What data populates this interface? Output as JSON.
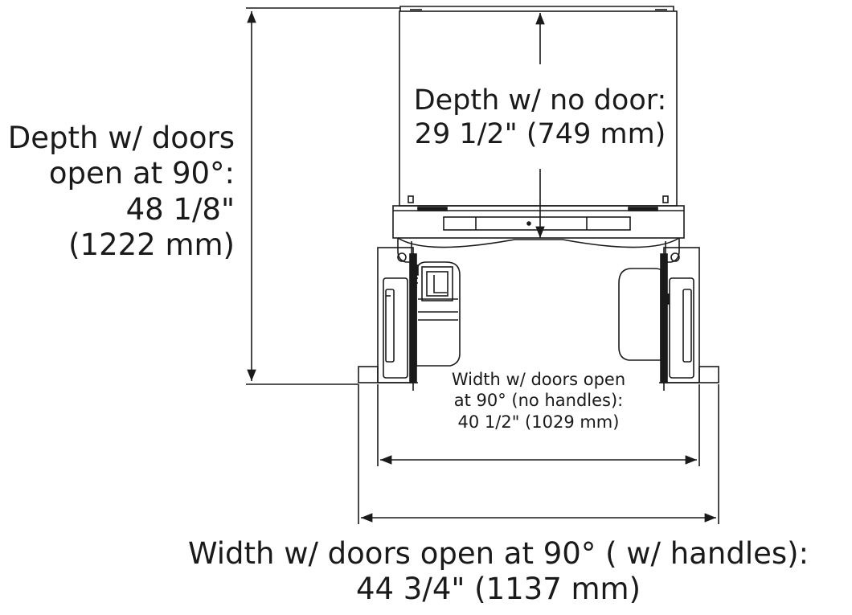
{
  "dimensions": {
    "depth_doors_open": {
      "lines": [
        "Depth w/ doors",
        "open at 90°:",
        "48 1/8\"",
        "(1222 mm)"
      ]
    },
    "depth_no_door": {
      "lines": [
        "Depth w/ no door:",
        "29 1/2\" (749 mm)"
      ]
    },
    "width_no_handles": {
      "lines": [
        "Width w/ doors open",
        "at 90° (no handles):",
        "40 1/2\" (1029 mm)"
      ]
    },
    "width_with_handles": {
      "lines": [
        "Width w/ doors open at 90° ( w/ handles):",
        "44 3/4\" (1137 mm)"
      ]
    }
  },
  "colors": {
    "line": "#1a1a1a",
    "background": "#ffffff"
  }
}
